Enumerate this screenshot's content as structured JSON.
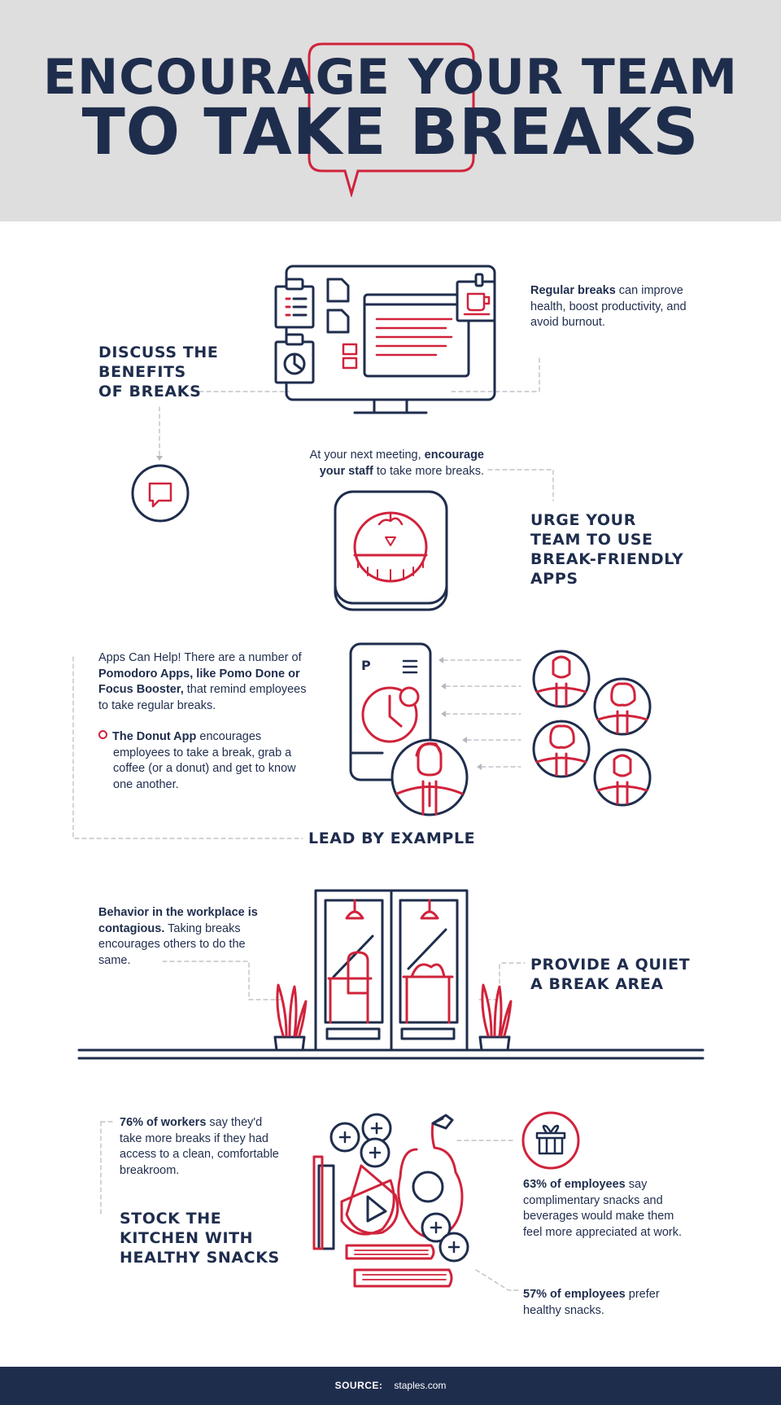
{
  "title": {
    "line1": "ENCOURAGE YOUR TEAM",
    "line2": "TO TAKE BREAKS"
  },
  "colors": {
    "navy": "#1f2d4d",
    "red": "#d0233b",
    "header_bg": "#dedede"
  },
  "sections": {
    "discuss": {
      "heading": "DISCUSS THE\nBENEFITS\nOF BREAKS",
      "note_bold": "Regular breaks",
      "note_rest": " can improve health, boost productivity, and avoid burnout."
    },
    "apps": {
      "meeting_pre": "At your next meeting, ",
      "meeting_bold": "encourage your staff",
      "meeting_post": " to take more breaks.",
      "heading": "URGE YOUR\nTEAM TO USE\nBREAK-FRIENDLY\nAPPS",
      "help_pre": "Apps Can Help! There are a number of ",
      "help_bold": "Pomodoro Apps, like Pomo Done or Focus Booster,",
      "help_post": " that remind employees to take regular breaks.",
      "donut_bold": "The Donut App",
      "donut_rest": " encourages employees to take a break, grab a coffee (or a donut) and get to know one another.",
      "phone_letter": "P"
    },
    "lead": {
      "heading": "LEAD BY EXAMPLE",
      "behavior_bold": "Behavior in the workplace is contagious.",
      "behavior_rest": " Taking breaks encourages others to do the same."
    },
    "quiet": {
      "heading": "PROVIDE A QUIET\nA BREAK AREA"
    },
    "kitchen": {
      "stat1_bold": "76% of workers",
      "stat1_rest": " say they'd take more breaks if they had access to a clean, comfortable breakroom.",
      "heading": "STOCK THE\nKITCHEN WITH\nHEALTHY SNACKS",
      "stat2_bold": "63% of employees",
      "stat2_rest": " say complimentary snacks and beverages would make them feel more appreciated at work.",
      "stat3_bold": "57% of employees",
      "stat3_rest": " prefer healthy snacks."
    }
  },
  "icons": {
    "bubble": "speech-bubble-icon",
    "monitor": "monitor-icon",
    "chat": "chat-icon",
    "tomato_timer": "tomato-timer-icon",
    "phone": "phone-icon",
    "people": "person-icon",
    "doors": "door-icon",
    "plants": "plant-icon",
    "gift": "gift-icon",
    "snacks": "food-icon"
  },
  "footer": {
    "label": "SOURCE:",
    "value": "staples.com"
  }
}
